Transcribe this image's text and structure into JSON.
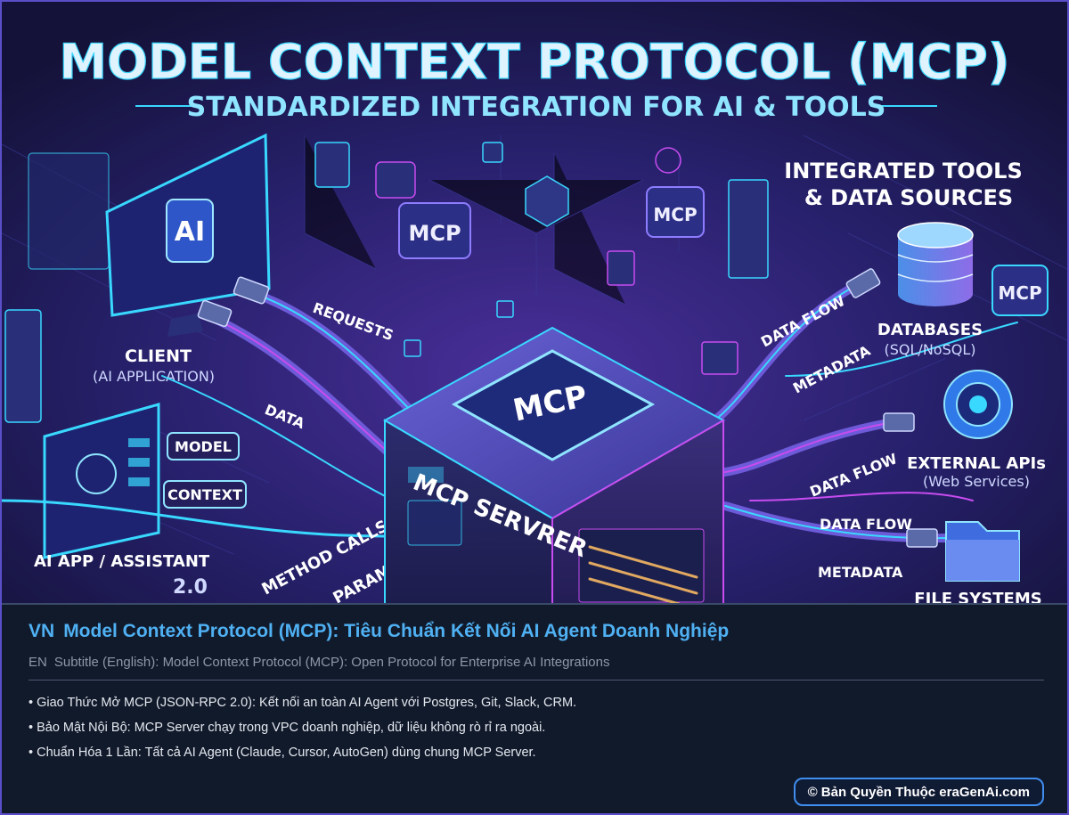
{
  "hero": {
    "title": "MODEL CONTEXT PROTOCOL (MCP)",
    "subtitle": "STANDARDIZED INTEGRATION FOR AI & TOOLS",
    "client_label": "CLIENT",
    "client_sub": "(AI APPLICATION)",
    "ai_badge": "AI",
    "app_label": "AI APP / ASSISTANT",
    "model_tag": "MODEL",
    "context_tag": "CONTEXT",
    "server_chip": "MCP",
    "server_label": "MCP SERVRER",
    "mcp_tag_left": "MCP",
    "mcp_tag_mid": "MCP",
    "mcp_tag_right": "MCP",
    "tools_heading_1": "INTEGRATED TOOLS",
    "tools_heading_2": "& DATA SOURCES",
    "databases_label": "DATABASES",
    "databases_sub": "(SQL/NoSQL)",
    "apis_label": "EXTERNAL APIs",
    "apis_sub": "(Web Services)",
    "files_label": "FILE SYSTEMS",
    "flow_requests": "REQUESTS",
    "flow_data": "DATA",
    "flow_data_flow_1": "DATA FLOW",
    "flow_metadata_1": "METADATA",
    "flow_data_flow_2": "DATA FLOW",
    "flow_data_flow_3": "DATA FLOW",
    "flow_metadata_2": "METADATA",
    "flow_method_calls": "METHOD CALLS",
    "flow_params": "PARAMS",
    "version": "2.0"
  },
  "caption": {
    "title_tag": "VN",
    "title": "Model Context Protocol (MCP): Tiêu Chuẩn Kết Nối AI Agent Doanh Nghiệp",
    "subtitle_tag": "EN",
    "subtitle": "Subtitle (English): Model Context Protocol (MCP): Open Protocol for Enterprise AI Integrations",
    "bullets": [
      "• Giao Thức Mở MCP (JSON-RPC 2.0): Kết nối an toàn AI Agent với Postgres, Git, Slack, CRM.",
      "• Bảo Mật Nội Bộ: MCP Server chạy trong VPC doanh nghiệp, dữ liệu không rò rỉ ra ngoài.",
      "• Chuẩn Hóa 1 Lần: Tất cả AI Agent (Claude, Cursor, AutoGen) dùng chung MCP Server."
    ],
    "copyright": "© Bản Quyền Thuộc eraGenAi.com"
  },
  "colors": {
    "accent_blue": "#4fb0f2",
    "neon_cyan": "#39d8ff",
    "neon_magenta": "#c84cf0",
    "hero_bg": "#1a1646"
  }
}
